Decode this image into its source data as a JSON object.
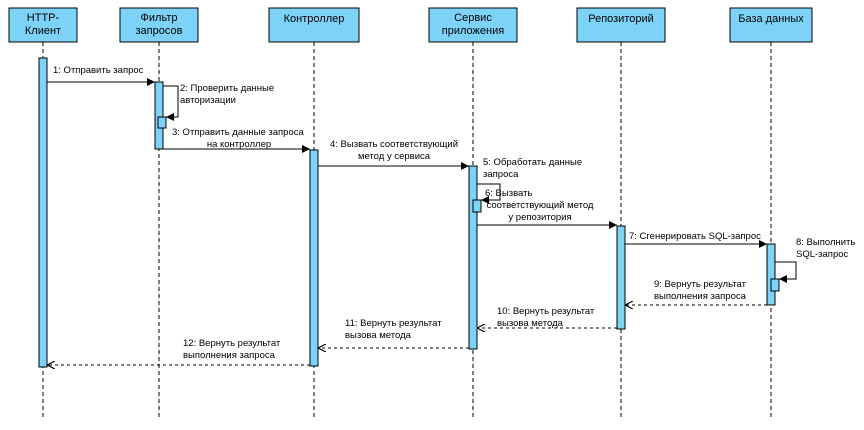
{
  "participants": [
    {
      "id": "client",
      "lines": [
        "HTTP-",
        "Клиент"
      ]
    },
    {
      "id": "filter",
      "lines": [
        "Фильтр",
        "запросов"
      ]
    },
    {
      "id": "controller",
      "lines": [
        "Контроллер"
      ]
    },
    {
      "id": "service",
      "lines": [
        "Сервис",
        "приложения"
      ]
    },
    {
      "id": "repository",
      "lines": [
        "Репозиторий"
      ]
    },
    {
      "id": "database",
      "lines": [
        "База данных"
      ]
    }
  ],
  "messages": [
    {
      "lines": [
        "1: Отправить запрос"
      ]
    },
    {
      "lines": [
        "2: Проверить данные",
        "авторизации"
      ]
    },
    {
      "lines": [
        "3: Отправить данные запроса",
        "на контроллер"
      ]
    },
    {
      "lines": [
        "4: Вызвать соответствующий",
        "метод у сервиса"
      ]
    },
    {
      "lines": [
        "5: Обработать данные",
        "запроса"
      ]
    },
    {
      "lines": [
        "6: Вызвать",
        "соответствующий метод",
        "у репозитория"
      ]
    },
    {
      "lines": [
        "7: Сгенерировать SQL-запрос"
      ]
    },
    {
      "lines": [
        "8: Выполнить",
        "SQL-запрос"
      ]
    },
    {
      "lines": [
        "9: Вернуть результат",
        "выполнения запроса"
      ]
    },
    {
      "lines": [
        "10: Вернуть результат",
        "вызова метода"
      ]
    },
    {
      "lines": [
        "11: Вернуть результат",
        "вызова метода"
      ]
    },
    {
      "lines": [
        "12: Вернуть результат",
        "выполнения запроса"
      ]
    }
  ]
}
